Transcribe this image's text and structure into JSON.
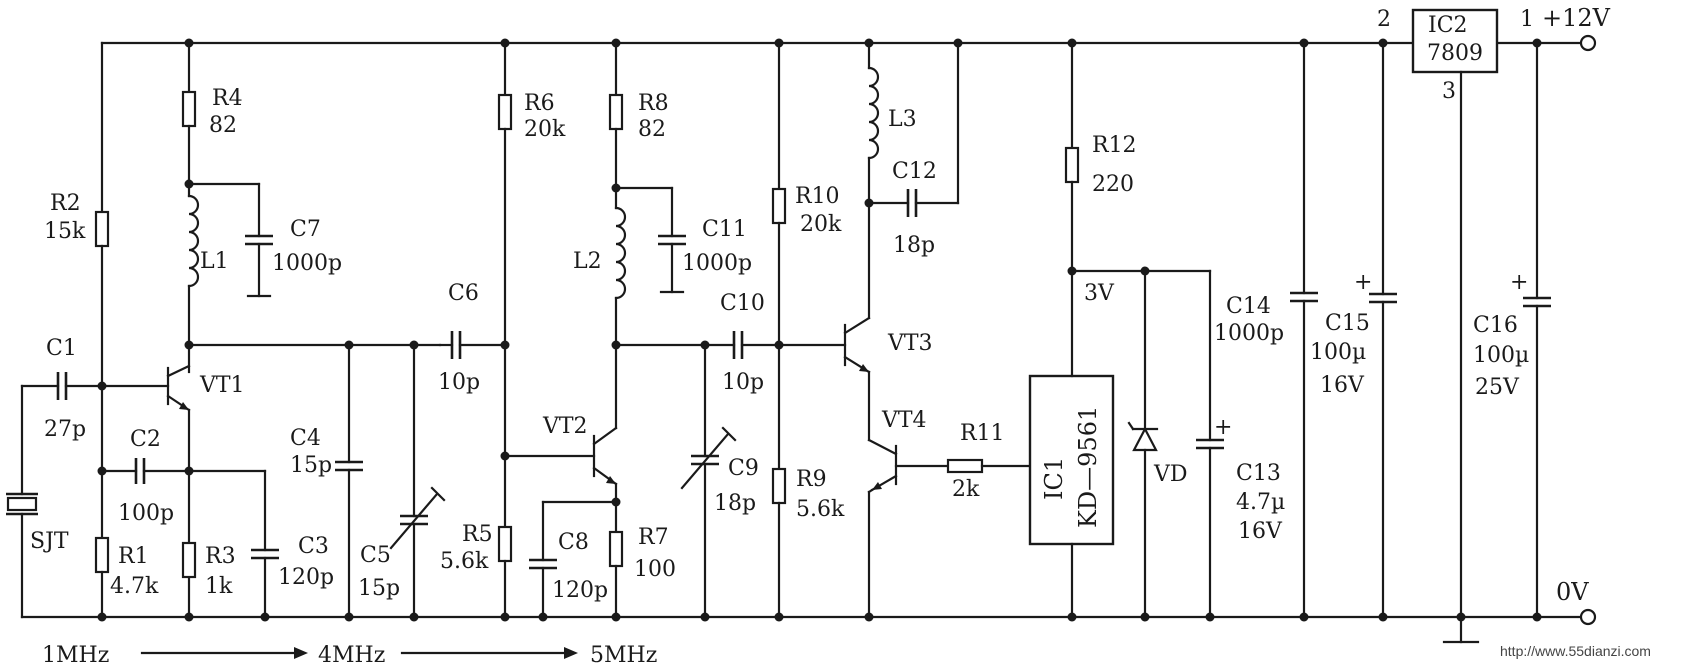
{
  "labels": {
    "r4": "R4",
    "r4v": "82",
    "r6": "R6",
    "r6v": "20k",
    "r8": "R8",
    "r8v": "82",
    "r2": "R2",
    "r2v": "15k",
    "r10": "R10",
    "r10v": "20k",
    "r12": "R12",
    "r12v": "220",
    "c7": "C7",
    "c7v": "1000p",
    "c11": "C11",
    "c11v": "1000p",
    "c12": "C12",
    "c12v": "18p",
    "l1": "L1",
    "l2": "L2",
    "l3": "L3",
    "c1": "C1",
    "c1v": "27p",
    "c2": "C2",
    "c2v": "100p",
    "c3": "C3",
    "c3v": "120p",
    "c4": "C4",
    "c4v": "15p",
    "c5": "C5",
    "c5v": "15p",
    "c6": "C6",
    "c6v": "10p",
    "c8": "C8",
    "c8v": "120p",
    "c9": "C9",
    "c9v": "18p",
    "c10": "C10",
    "c10v": "10p",
    "c13": "C13",
    "c13v": "4.7µ",
    "c13v2": "16V",
    "c14": "C14",
    "c14v": "1000p",
    "c15": "C15",
    "c15v": "100µ",
    "c15v2": "16V",
    "c16": "C16",
    "c16v": "100µ",
    "c16v2": "25V",
    "vt1": "VT1",
    "vt2": "VT2",
    "vt3": "VT3",
    "vt4": "VT4",
    "r1": "R1",
    "r1v": "4.7k",
    "r3": "R3",
    "r3v": "1k",
    "r5": "R5",
    "r5v": "5.6k",
    "r7": "R7",
    "r7v": "100",
    "r9": "R9",
    "r9v": "5.6k",
    "r11": "R11",
    "r11v": "2k",
    "sjt": "SJT",
    "ic1a": "IC1",
    "ic1b": "KD—9561",
    "ic2a": "IC2",
    "ic2b": "7809",
    "pin1": "1",
    "pin2": "2",
    "pin3": "3",
    "v12": "+12V",
    "v0": "0V",
    "v3": "3V",
    "vd": "VD",
    "plus": "+",
    "f1": "1MHz",
    "f4": "4MHz",
    "f5": "5MHz",
    "url": "http://www.55dianzi.com"
  }
}
